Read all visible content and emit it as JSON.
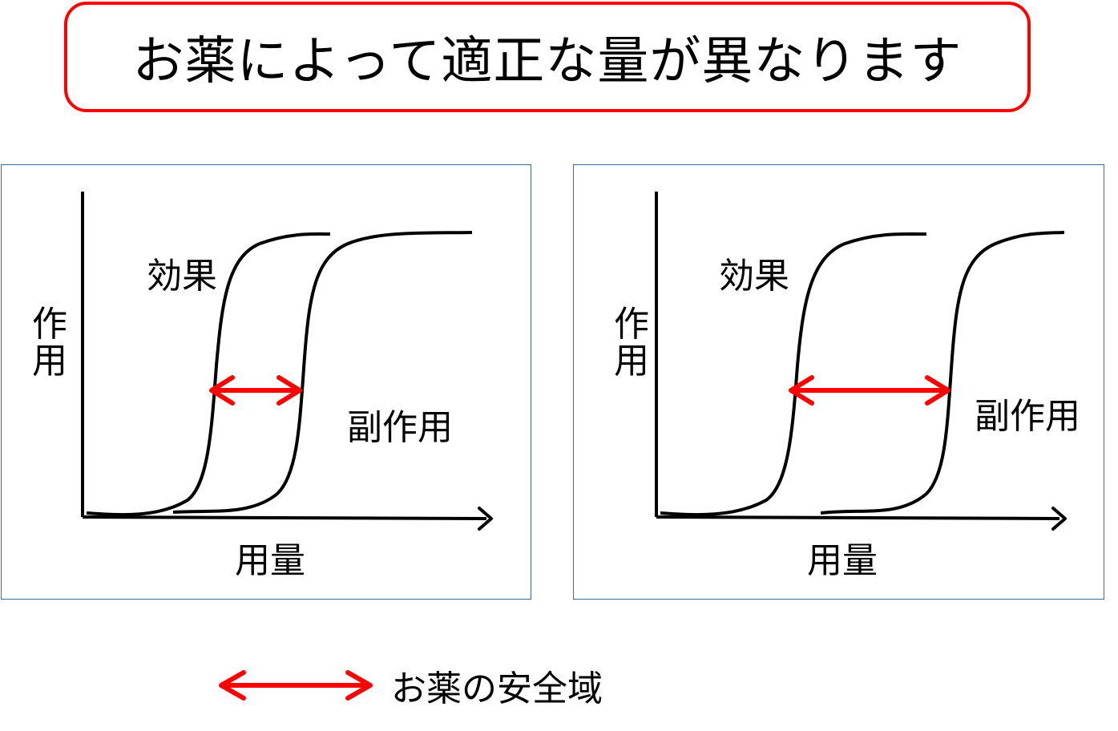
{
  "title": "お薬によって適正な量が異なります",
  "panels": [
    {
      "y_label": "作用",
      "x_label": "用量",
      "effect_label": "効果",
      "side_effect_label": "副作用"
    },
    {
      "y_label": "作用",
      "x_label": "用量",
      "effect_label": "効果",
      "side_effect_label": "副作用"
    }
  ],
  "legend": {
    "label": "お薬の安全域",
    "arrow_color": "#ff0000"
  },
  "colors": {
    "title_border": "#ff0000",
    "panel_border": "#3f6894",
    "curve": "#000000",
    "safety_arrow": "#ff0000"
  }
}
